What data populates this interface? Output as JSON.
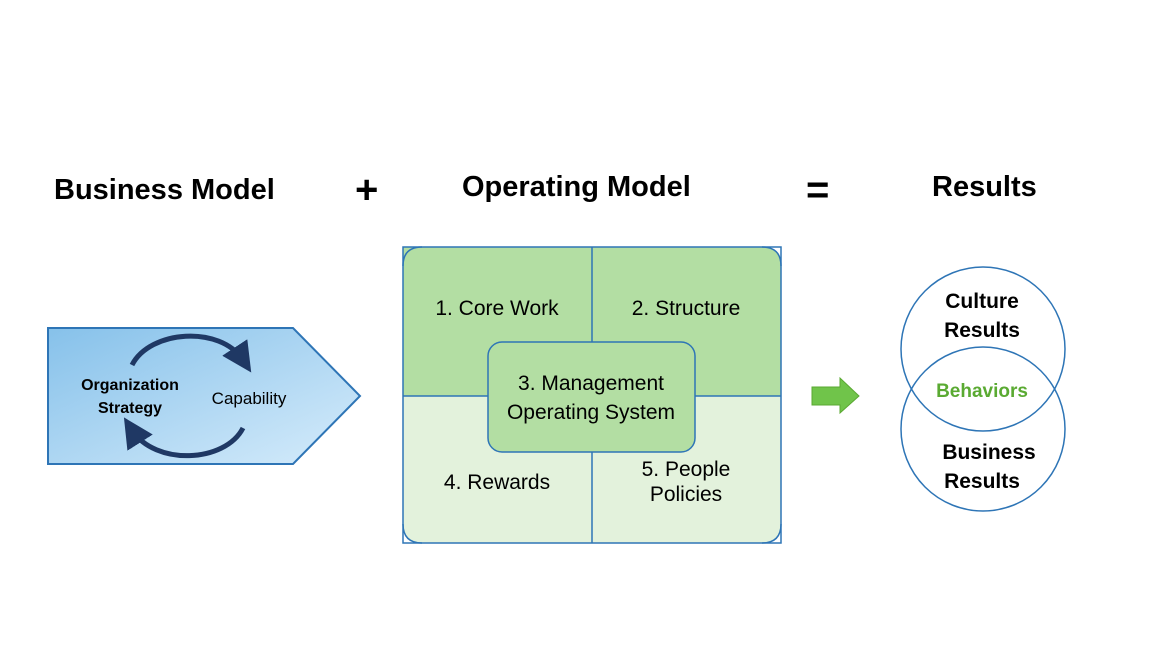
{
  "headings": {
    "business_model": "Business Model",
    "plus": "+",
    "operating_model": "Operating Model",
    "equals": "=",
    "results": "Results"
  },
  "business_model": {
    "left_line1": "Organization",
    "left_line2": "Strategy",
    "right": "Capability"
  },
  "operating_model": {
    "q1": "1. Core Work",
    "q2": "2. Structure",
    "center_line1": "3. Management",
    "center_line2": "Operating System",
    "q4": "4. Rewards",
    "q5_line1": "5. People",
    "q5_line2": "Policies"
  },
  "results": {
    "top_line1": "Culture",
    "top_line2": "Results",
    "overlap": "Behaviors",
    "bottom_line1": "Business",
    "bottom_line2": "Results"
  },
  "colors": {
    "blue_border": "#2e75b6",
    "green_dark": "#b3dea3",
    "green_light": "#e3f2dc",
    "arrow_green": "#70c44a",
    "behaviors_green": "#5aaa32",
    "navy": "#1f3864"
  }
}
